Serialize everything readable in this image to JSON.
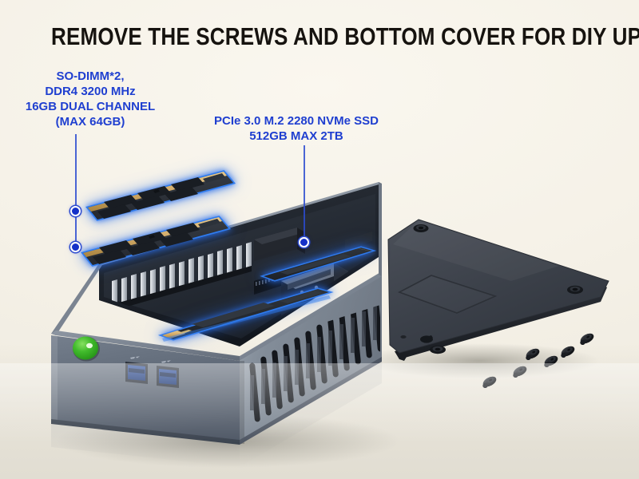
{
  "page": {
    "title": "REMOVE THE SCREWS AND BOTTOM COVER FOR DIY UPGRADE",
    "background_color": "#f6f2e8",
    "accent_color": "#1f3fd0"
  },
  "callouts": [
    {
      "id": "memory",
      "lines": [
        "SO-DIMM*2,",
        "DDR4 3200 MHz",
        "16GB DUAL CHANNEL",
        "(MAX 64GB)"
      ],
      "color": "#1f3fd0",
      "marker_count": 2
    },
    {
      "id": "storage",
      "lines": [
        "PCIe 3.0 M.2 2280 NVMe SSD",
        "512GB MAX 2TB"
      ],
      "color": "#1f3fd0",
      "marker_count": 1
    }
  ],
  "product": {
    "name": "mini-pc",
    "chassis_color": "#5b6472",
    "front_ports": [
      {
        "name": "power-button",
        "color": "#3fbf2f",
        "shape": "circle"
      },
      {
        "name": "usb-a-port-1",
        "color": "#1f4fb0",
        "label": "USB 3.0"
      },
      {
        "name": "usb-a-port-2",
        "color": "#1f4fb0",
        "label": "USB 3.0"
      }
    ],
    "internal_parts": [
      {
        "name": "so-dimm-module-top",
        "highlighted": true
      },
      {
        "name": "so-dimm-module-bottom",
        "highlighted": true
      },
      {
        "name": "m2-ssd-front",
        "highlighted": true
      },
      {
        "name": "m2-ssd-rear",
        "highlighted": true
      },
      {
        "name": "heatsink-fins",
        "highlighted": false
      }
    ],
    "bottom_cover": {
      "name": "bottom-cover-plate",
      "color": "#3c4048",
      "screw_holes": 4
    },
    "loose_screws": 6
  }
}
